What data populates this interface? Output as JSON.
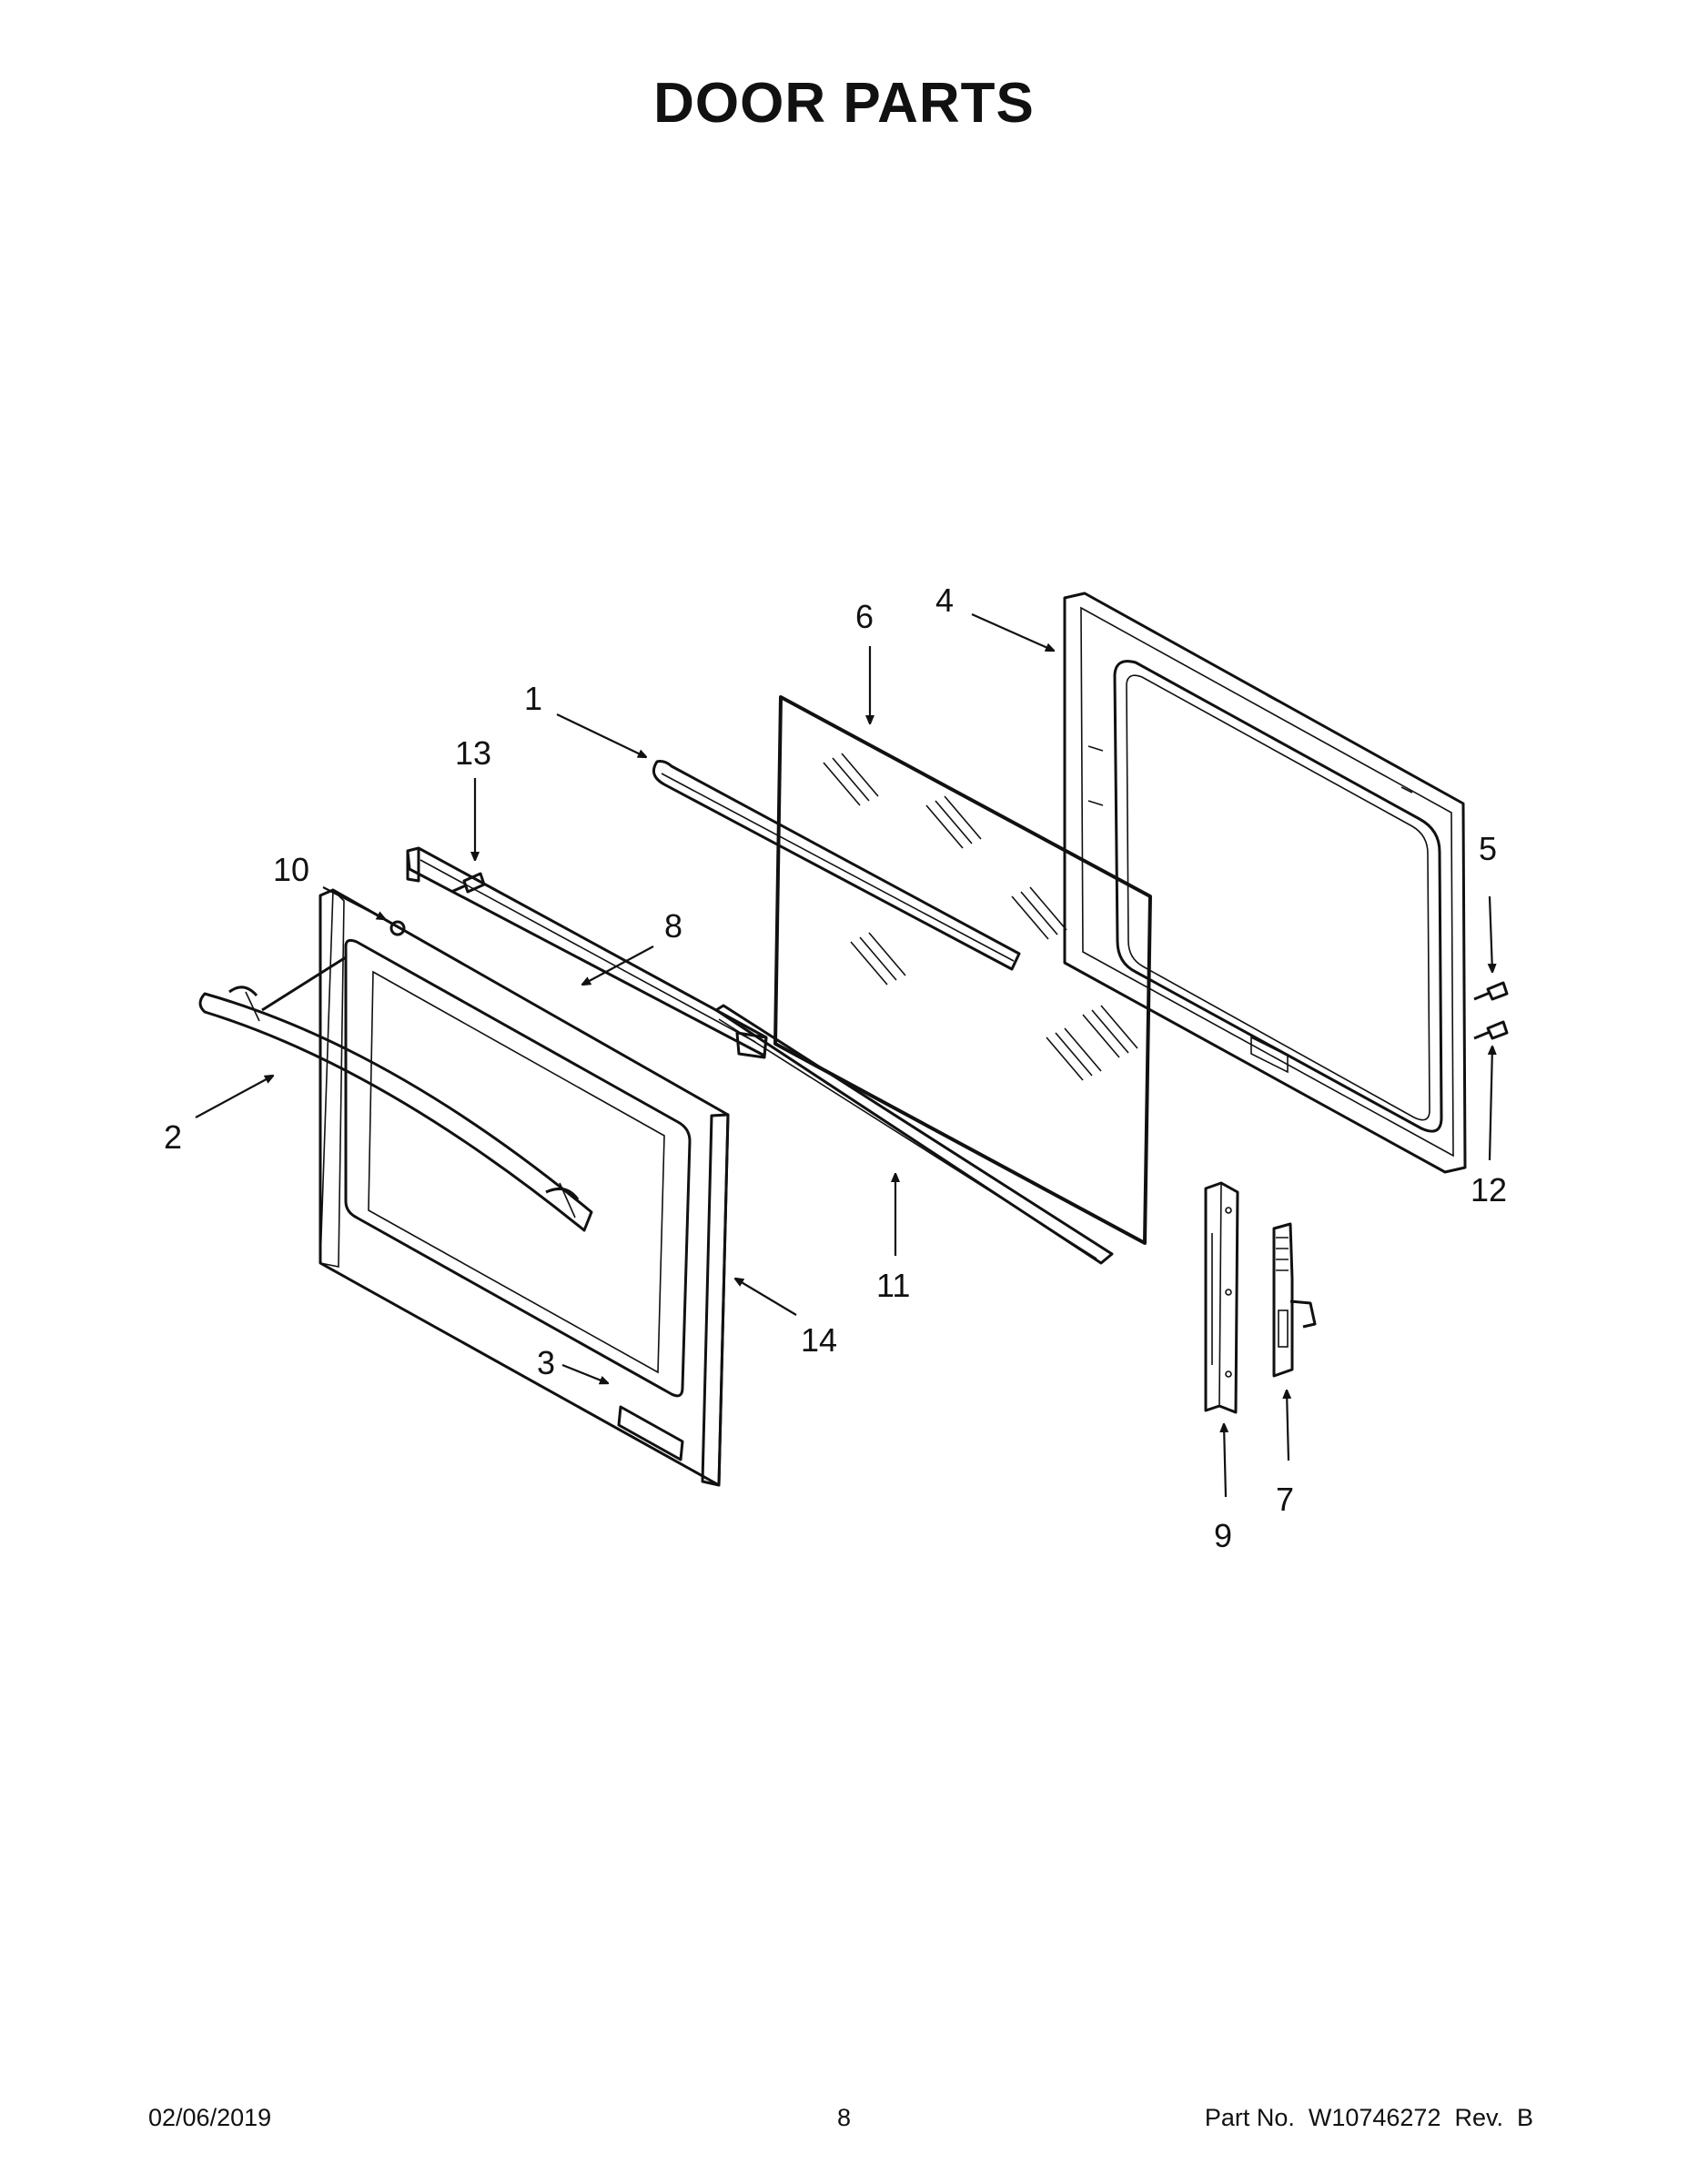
{
  "title": "DOOR PARTS",
  "callouts": {
    "c1": "1",
    "c2": "2",
    "c3": "3",
    "c4": "4",
    "c5": "5",
    "c6": "6",
    "c7": "7",
    "c8": "8",
    "c9": "9",
    "c10": "10",
    "c11": "11",
    "c12": "12",
    "c13": "13",
    "c14": "14"
  },
  "footer": {
    "date": "02/06/2019",
    "page": "8",
    "part": "Part No.  W10746272  Rev.  B"
  }
}
